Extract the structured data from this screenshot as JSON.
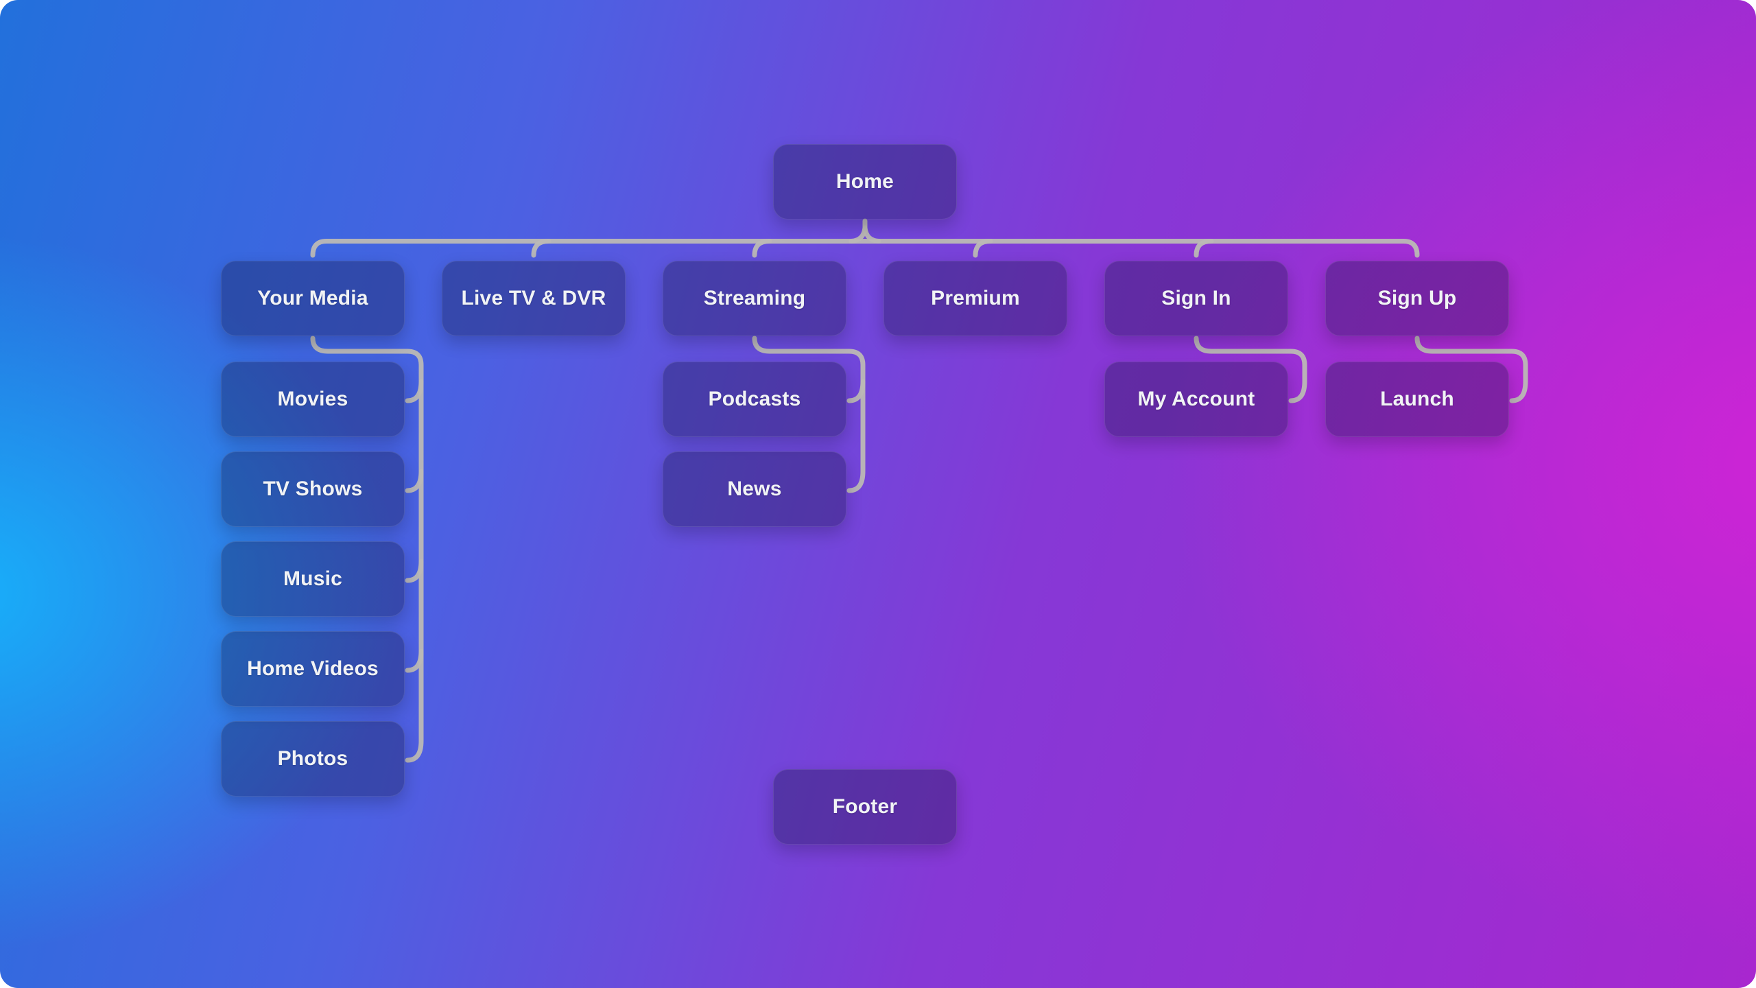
{
  "diagram": {
    "type": "sitemap-tree",
    "connector_color": "#bcb9b5",
    "node_text_color": "#f1f3f5",
    "nodes": [
      {
        "id": "home",
        "label": "Home",
        "parent": null
      },
      {
        "id": "your-media",
        "label": "Your Media",
        "parent": "home"
      },
      {
        "id": "live-tv-dvr",
        "label": "Live TV & DVR",
        "parent": "home"
      },
      {
        "id": "streaming",
        "label": "Streaming",
        "parent": "home"
      },
      {
        "id": "premium",
        "label": "Premium",
        "parent": "home"
      },
      {
        "id": "sign-in",
        "label": "Sign In",
        "parent": "home"
      },
      {
        "id": "sign-up",
        "label": "Sign Up",
        "parent": "home"
      },
      {
        "id": "movies",
        "label": "Movies",
        "parent": "your-media"
      },
      {
        "id": "tv-shows",
        "label": "TV Shows",
        "parent": "your-media"
      },
      {
        "id": "music",
        "label": "Music",
        "parent": "your-media"
      },
      {
        "id": "home-videos",
        "label": "Home Videos",
        "parent": "your-media"
      },
      {
        "id": "photos",
        "label": "Photos",
        "parent": "your-media"
      },
      {
        "id": "podcasts",
        "label": "Podcasts",
        "parent": "streaming"
      },
      {
        "id": "news",
        "label": "News",
        "parent": "streaming"
      },
      {
        "id": "my-account",
        "label": "My Account",
        "parent": "sign-in"
      },
      {
        "id": "launch",
        "label": "Launch",
        "parent": "sign-up"
      },
      {
        "id": "footer",
        "label": "Footer",
        "parent": null
      }
    ]
  }
}
